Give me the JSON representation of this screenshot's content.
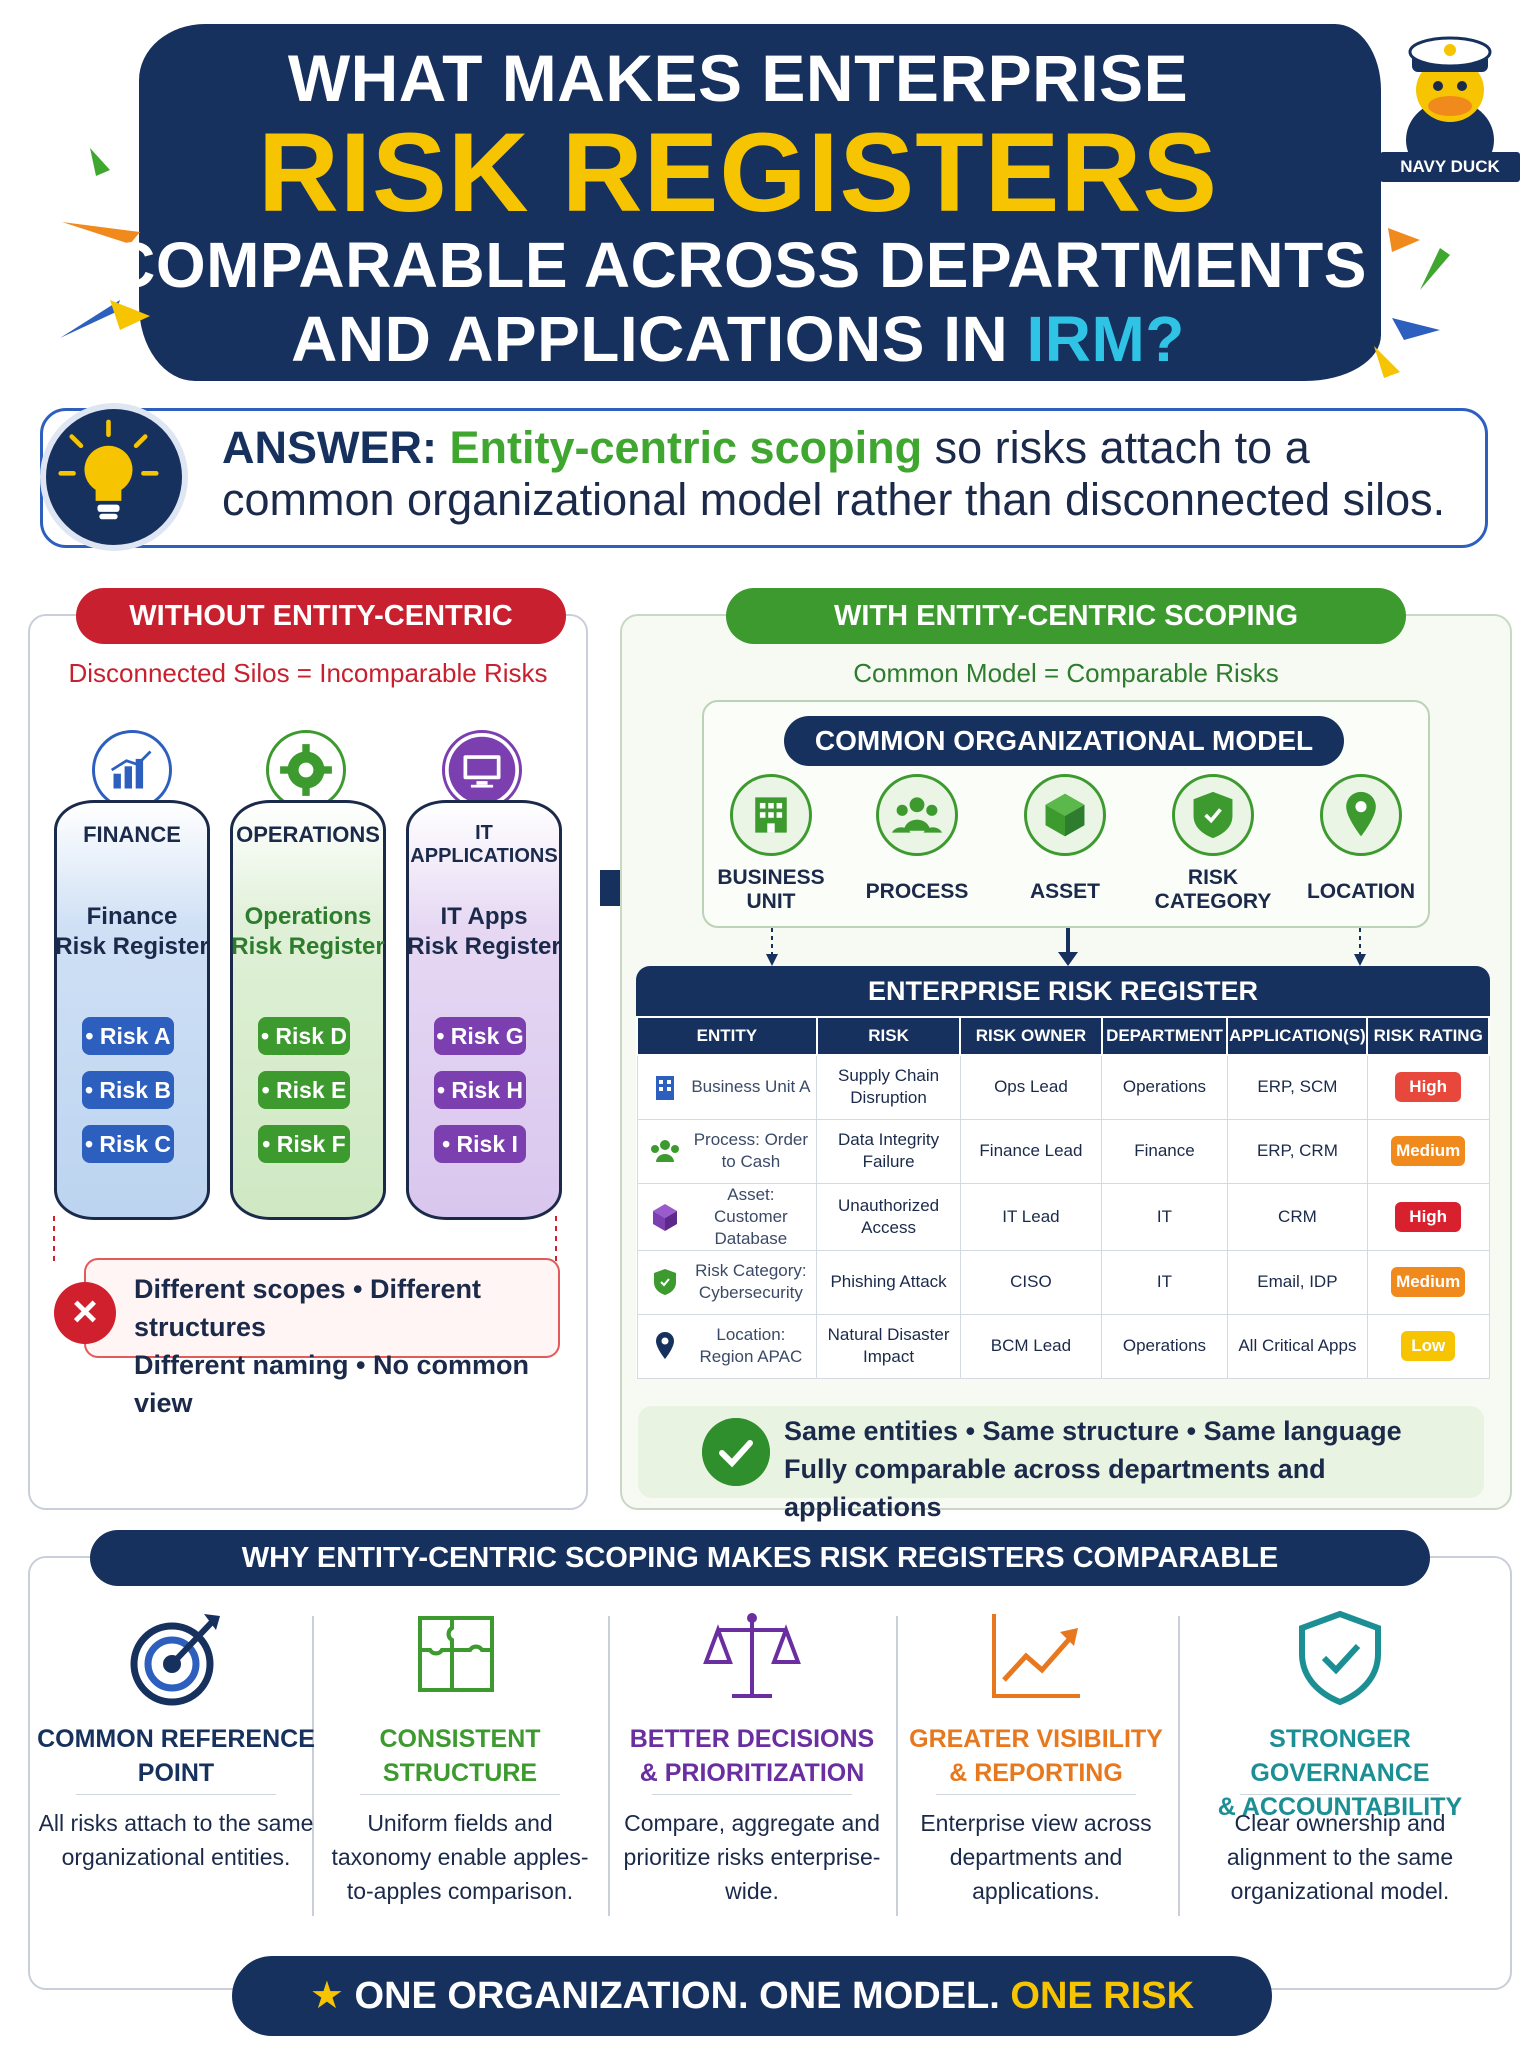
{
  "header": {
    "line1": "WHAT MAKES ENTERPRISE",
    "line2": "RISK REGISTERS",
    "line3": "COMPARABLE ACROSS DEPARTMENTS",
    "line4_pre": "AND APPLICATIONS IN ",
    "line4_hl": "IRM?",
    "mascot_label": "NAVY DUCK"
  },
  "answer": {
    "label": "ANSWER:",
    "highlight": "Entity-centric scoping",
    "rest_line1": " so risks attach to a",
    "line2": "common organizational model rather than disconnected silos."
  },
  "left": {
    "pill": "WITHOUT ENTITY-CENTRIC SCOPING",
    "subtitle": "Disconnected Silos = Incomparable Risks",
    "silos": [
      {
        "head": "FINANCE",
        "title1": "Finance",
        "title2": "Risk Register",
        "risks": [
          "• Risk A",
          "• Risk B",
          "• Risk C"
        ]
      },
      {
        "head": "OPERATIONS",
        "title1": "Operations",
        "title2": "Risk Register",
        "risks": [
          "• Risk D",
          "• Risk E",
          "• Risk F"
        ]
      },
      {
        "head": "IT APPLICATIONS",
        "title1": "IT Apps",
        "title2": "Risk Register",
        "risks": [
          "• Risk G",
          "• Risk H",
          "• Risk I"
        ]
      }
    ],
    "diff_line1": "Different scopes • Different structures",
    "diff_line2": "Different naming • No common view"
  },
  "right": {
    "pill": "WITH ENTITY-CENTRIC SCOPING",
    "subtitle": "Common Model = Comparable Risks",
    "model_title": "COMMON ORGANIZATIONAL MODEL",
    "entities": [
      {
        "l1": "BUSINESS",
        "l2": "UNIT"
      },
      {
        "l1": "PROCESS",
        "l2": ""
      },
      {
        "l1": "ASSET",
        "l2": ""
      },
      {
        "l1": "RISK",
        "l2": "CATEGORY"
      },
      {
        "l1": "LOCATION",
        "l2": ""
      }
    ],
    "register_title": "ENTERPRISE RISK REGISTER",
    "columns": [
      "ENTITY",
      "RISK",
      "RISK OWNER",
      "DEPARTMENT",
      "APPLICATION(S)",
      "RISK RATING"
    ],
    "rows": [
      {
        "entity": "Business Unit A",
        "risk": "Supply Chain Disruption",
        "owner": "Ops Lead",
        "department": "Operations",
        "apps": "ERP, SCM",
        "rating": "High"
      },
      {
        "entity": "Process: Order to Cash",
        "risk": "Data Integrity Failure",
        "owner": "Finance Lead",
        "department": "Finance",
        "apps": "ERP, CRM",
        "rating": "Medium"
      },
      {
        "entity": "Asset: Customer Database",
        "risk": "Unauthorized Access",
        "owner": "IT Lead",
        "department": "IT",
        "apps": "CRM",
        "rating": "High"
      },
      {
        "entity": "Risk Category: Cybersecurity",
        "risk": "Phishing Attack",
        "owner": "CISO",
        "department": "IT",
        "apps": "Email, IDP",
        "rating": "Medium"
      },
      {
        "entity": "Location: Region APAC",
        "risk": "Natural Disaster Impact",
        "owner": "BCM Lead",
        "department": "Operations",
        "apps": "All Critical Apps",
        "rating": "Low"
      }
    ],
    "same_line1": "Same entities • Same structure • Same language",
    "same_line2": "Fully comparable across departments and applications"
  },
  "why": {
    "title": "WHY ENTITY-CENTRIC SCOPING MAKES RISK REGISTERS COMPARABLE",
    "items": [
      {
        "t1": "COMMON REFERENCE",
        "t2": "POINT",
        "desc": "All risks attach to the same organizational entities.",
        "color": "#17315e"
      },
      {
        "t1": "CONSISTENT",
        "t2": "STRUCTURE",
        "desc": "Uniform fields and taxonomy enable apples-to-apples comparison.",
        "color": "#3d9a2e"
      },
      {
        "t1": "BETTER DECISIONS",
        "t2": "& PRIORITIZATION",
        "desc": "Compare, aggregate and prioritize risks enterprise-wide.",
        "color": "#6a2ea0"
      },
      {
        "t1": "GREATER VISIBILITY",
        "t2": "& REPORTING",
        "desc": "Enterprise view across departments and applications.",
        "color": "#e8781e"
      },
      {
        "t1": "STRONGER GOVERNANCE",
        "t2": "& ACCOUNTABILITY",
        "desc": "Clear ownership and alignment to the same organizational model.",
        "color": "#1b8f94"
      }
    ]
  },
  "footer": {
    "pre": "ONE ORGANIZATION. ONE MODEL. ",
    "hl": "ONE RISK PICTURE."
  },
  "colors": {
    "navy": "#17315e",
    "yellow": "#f6c400",
    "red": "#c8202e",
    "green": "#3d9a2e",
    "high": "#e8473c",
    "medium": "#f08a1c",
    "low": "#f6c400"
  }
}
